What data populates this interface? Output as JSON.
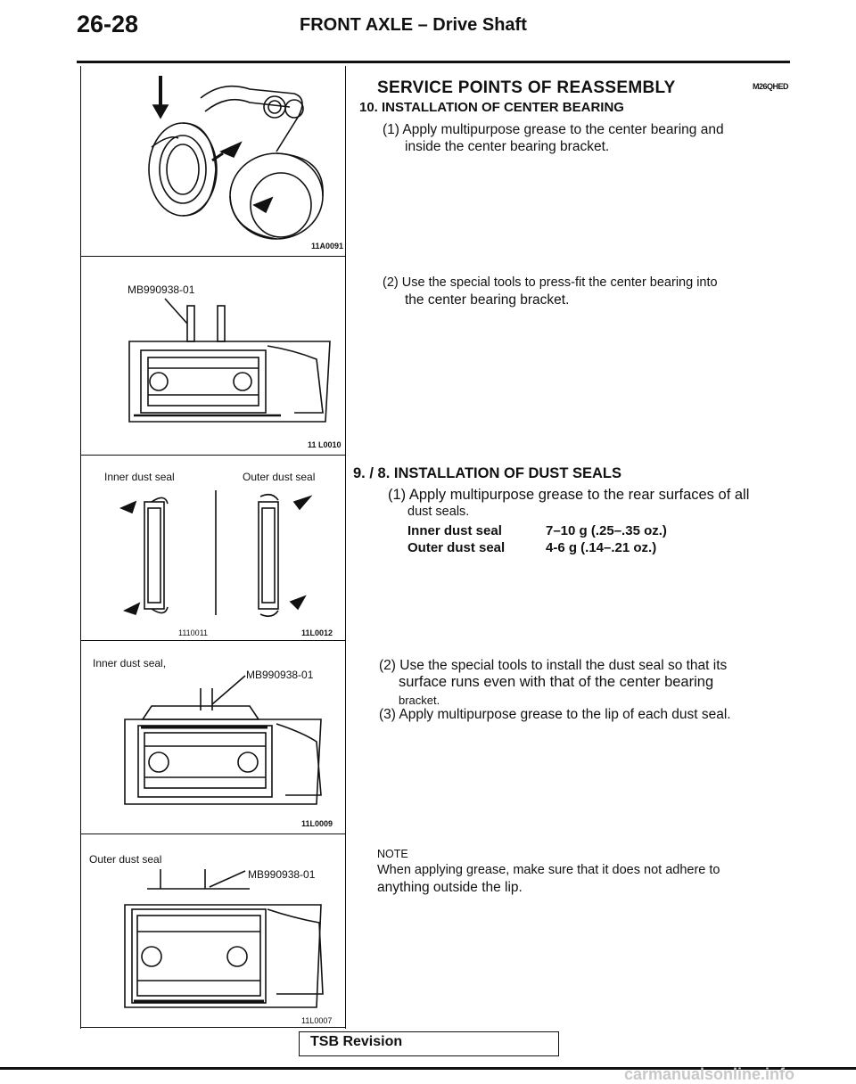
{
  "header": {
    "page_number": "26-28",
    "title": "FRONT AXLE – Drive Shaft"
  },
  "figures": {
    "fig1": {
      "id": "11A0091"
    },
    "fig2": {
      "tool": "MB990938-01",
      "id": "11 L0010"
    },
    "fig3": {
      "inner_label": "Inner dust seal",
      "outer_label": "Outer dust seal",
      "id_left": "1110011",
      "id_right": "11L0012"
    },
    "fig4": {
      "label": "Inner dust seal,",
      "tool": "MB990938-01",
      "id": "11L0009"
    },
    "fig5": {
      "label": "Outer dust seal",
      "tool": "MB990938-01",
      "id": "11L0007"
    }
  },
  "section": {
    "title": "SERVICE POINTS OF REASSEMBLY",
    "code": "M26QHED"
  },
  "step10": {
    "heading": "10. INSTALLATION OF CENTER BEARING",
    "item1_line1": "(1) Apply multipurpose grease to the center bearing and",
    "item1_line2": "inside the center bearing bracket.",
    "item2_line1": "(2) Use the special tools to press-fit the center bearing into",
    "item2_line2": "the center bearing bracket."
  },
  "step9": {
    "heading": "9. / 8. INSTALLATION OF DUST SEALS",
    "item1_line1": "(1) Apply multipurpose grease to the rear surfaces of all",
    "item1_line2": "dust seals.",
    "specs": [
      {
        "name": "Inner dust seal",
        "value": "7–10 g (.25–.35 oz.)"
      },
      {
        "name": "Outer dust seal",
        "value": "4-6 g (.14–.21 oz.)"
      }
    ],
    "item2_line1": "(2) Use the special tools to install the dust seal so that its",
    "item2_line2": "surface runs even with that of the center bearing",
    "item2_line3": "bracket.",
    "item3": "(3) Apply multipurpose grease to the lip of each dust seal."
  },
  "note": {
    "heading": "NOTE",
    "line1": "When applying grease, make sure that it does not adhere to",
    "line2": "anything outside the lip."
  },
  "footer": {
    "tsb": "TSB Revision",
    "watermark": "carmanualsonline.info"
  }
}
